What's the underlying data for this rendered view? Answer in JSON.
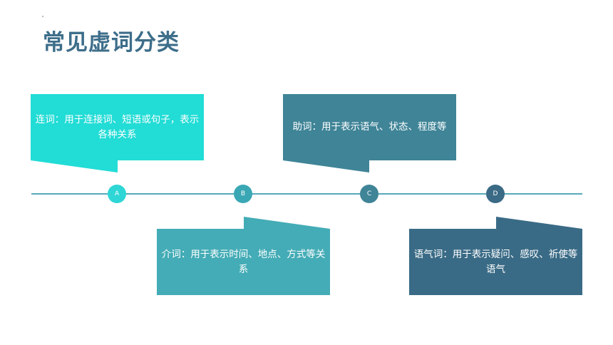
{
  "title": "常见虚词分类",
  "nodes": [
    {
      "label": "A",
      "color": "#2fd6d6"
    },
    {
      "label": "B",
      "color": "#3aa7b5"
    },
    {
      "label": "C",
      "color": "#3f8497"
    },
    {
      "label": "D",
      "color": "#3a6a85"
    }
  ],
  "callouts": [
    {
      "text": "连词：用于连接词、短语或句子，表示各种关系",
      "color": "#22dcd6"
    },
    {
      "text": "助词：用于表示语气、状态、程度等",
      "color": "#3f8497"
    },
    {
      "text": "介词：用于表示时间、地点、方式等关系",
      "color": "#44acb6"
    },
    {
      "text": "语气词：用于表示疑问、感叹、祈使等语气",
      "color": "#3a6b86"
    }
  ]
}
